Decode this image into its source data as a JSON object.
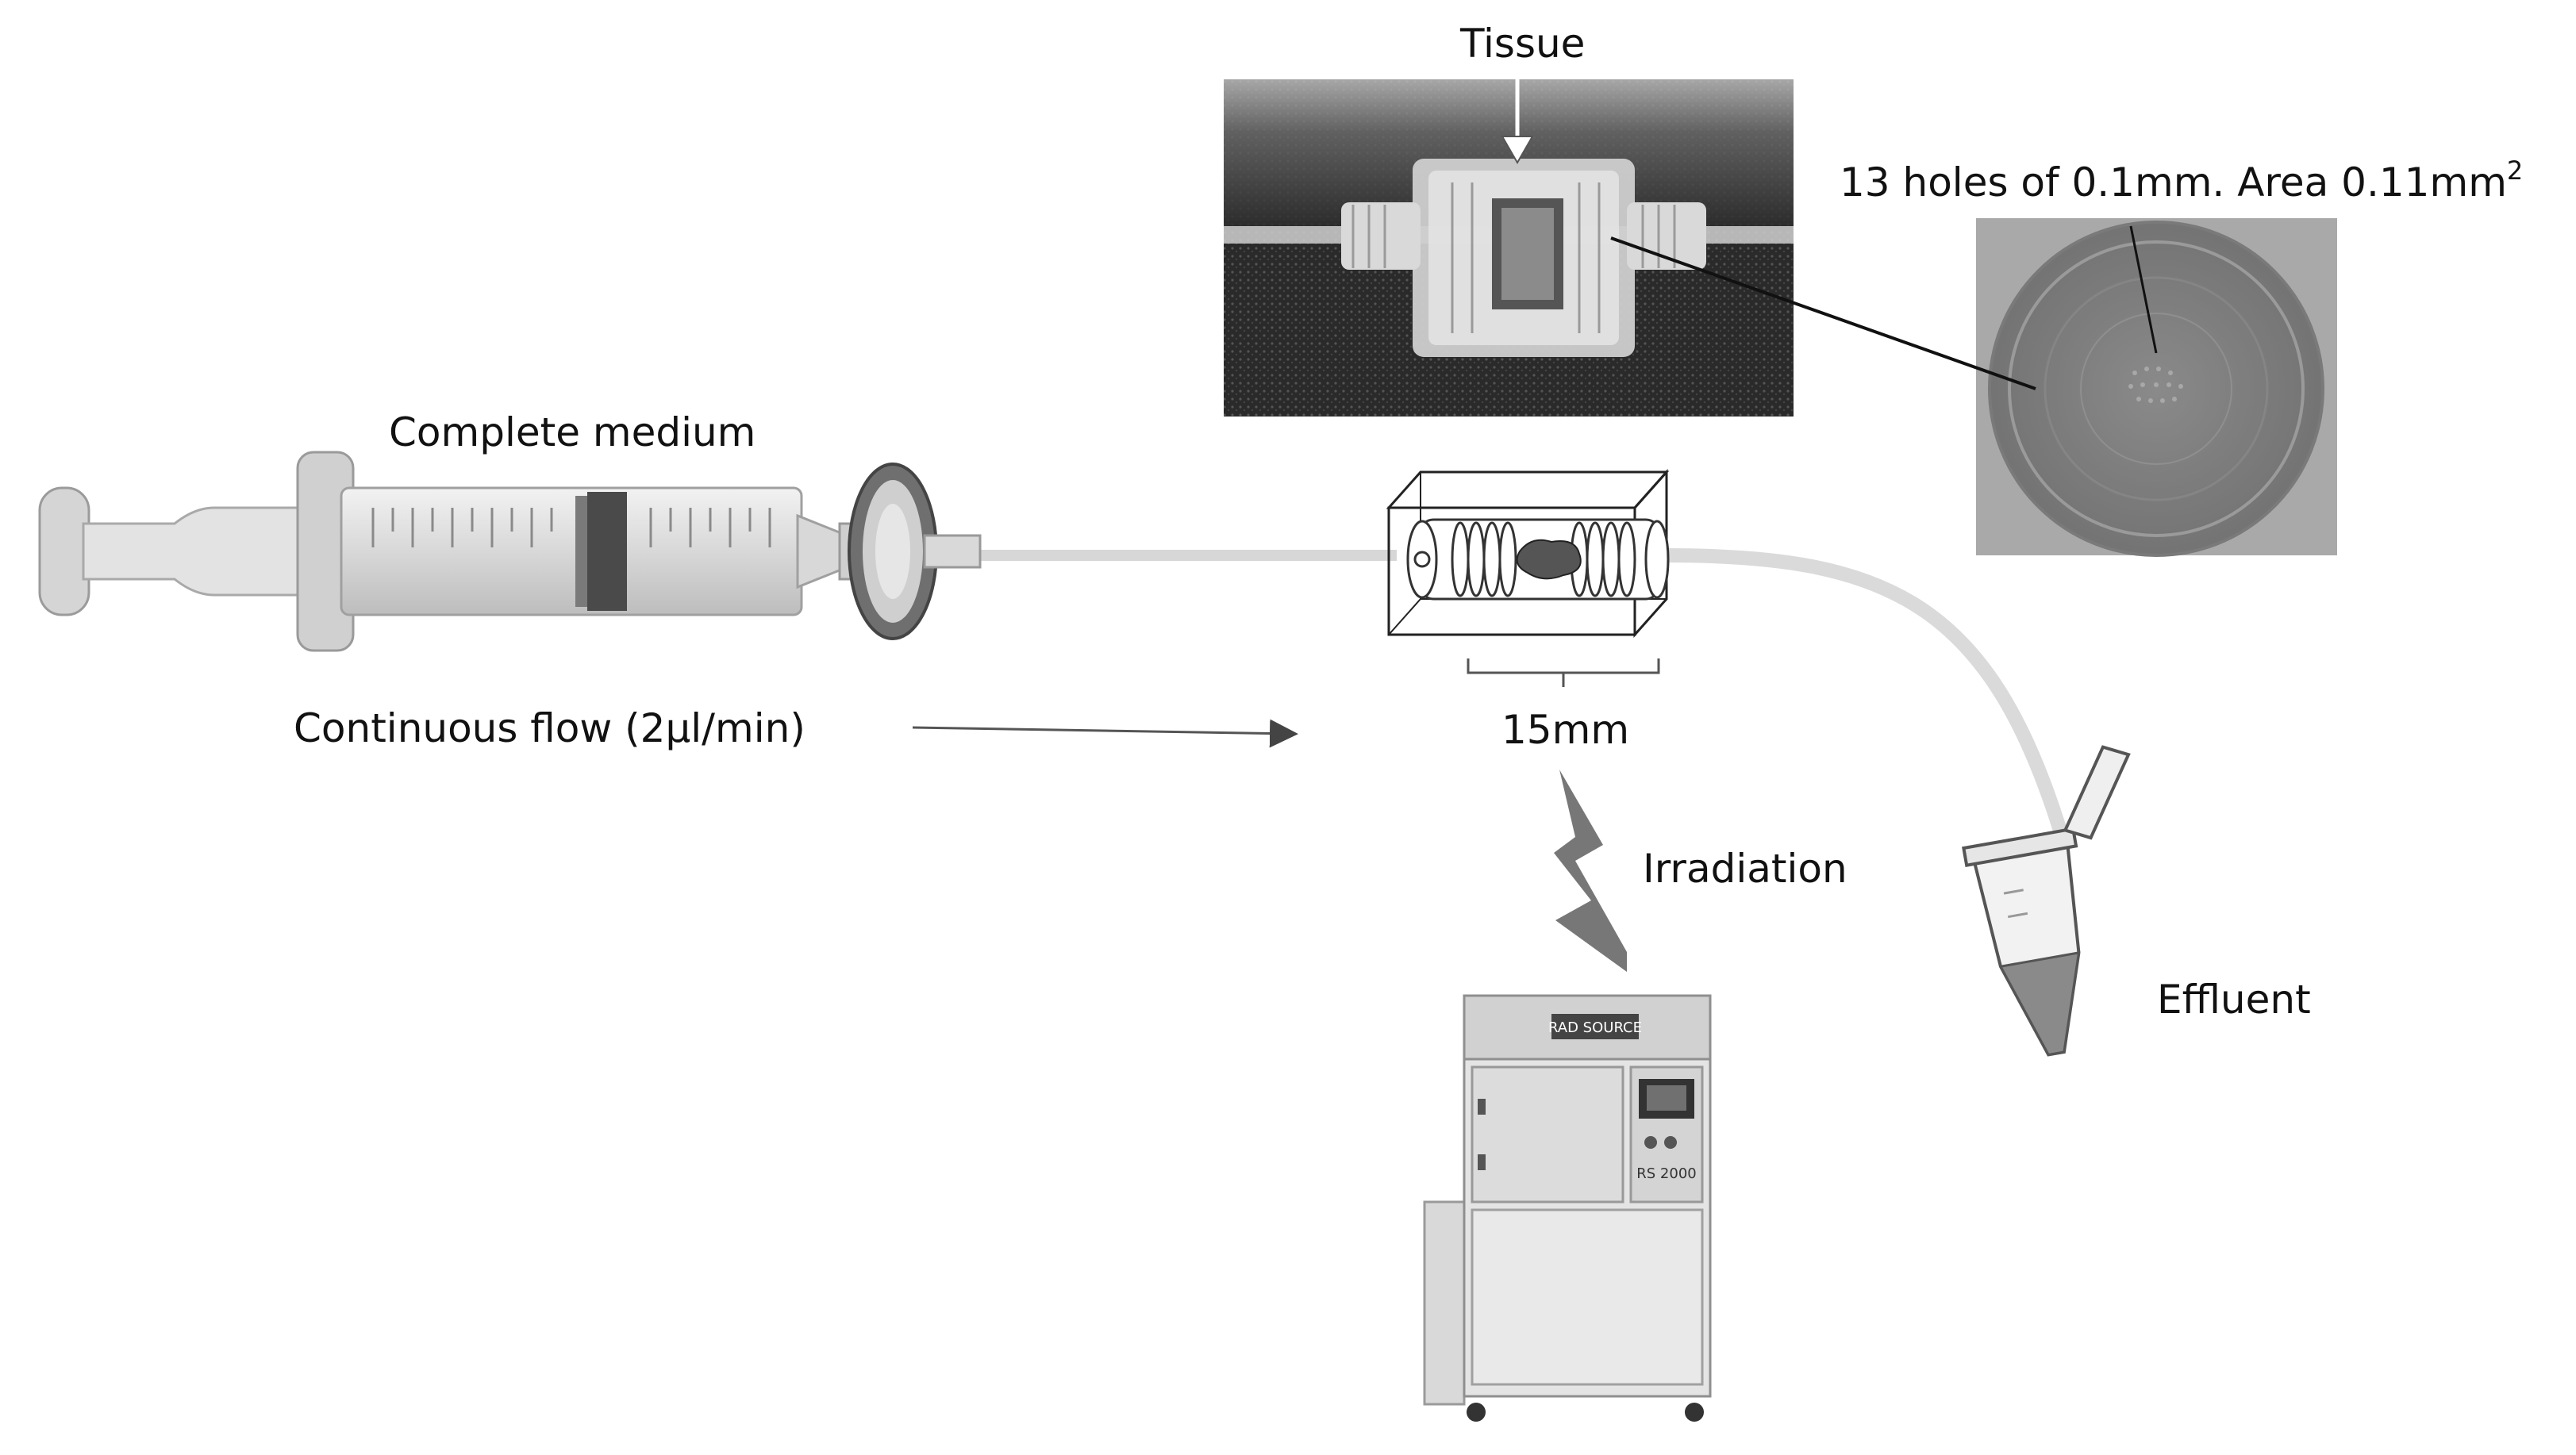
{
  "labels": {
    "tissue": "Tissue",
    "holes_prefix": "13 holes of 0.1mm. Area 0.11mm",
    "holes_sup": "2",
    "complete_medium": "Complete medium",
    "continuous_flow": "Continuous flow (2µl/min)",
    "length": "15mm",
    "irradiation": "Irradiation",
    "effluent": "Effluent",
    "device_brand": "RAD SOURCE",
    "device_model": "RS 2000"
  },
  "colors": {
    "text": "#111111",
    "tubing": "#d9d9d9",
    "photo_dark": "#2b2b2b",
    "plate": "#8e8e8e",
    "lightning": "#7a7a7a"
  },
  "icons": [
    "syringe-icon",
    "filter-icon",
    "chamber-icon",
    "tissue-icon",
    "lightning-icon",
    "irradiator-icon",
    "tube-icon"
  ]
}
